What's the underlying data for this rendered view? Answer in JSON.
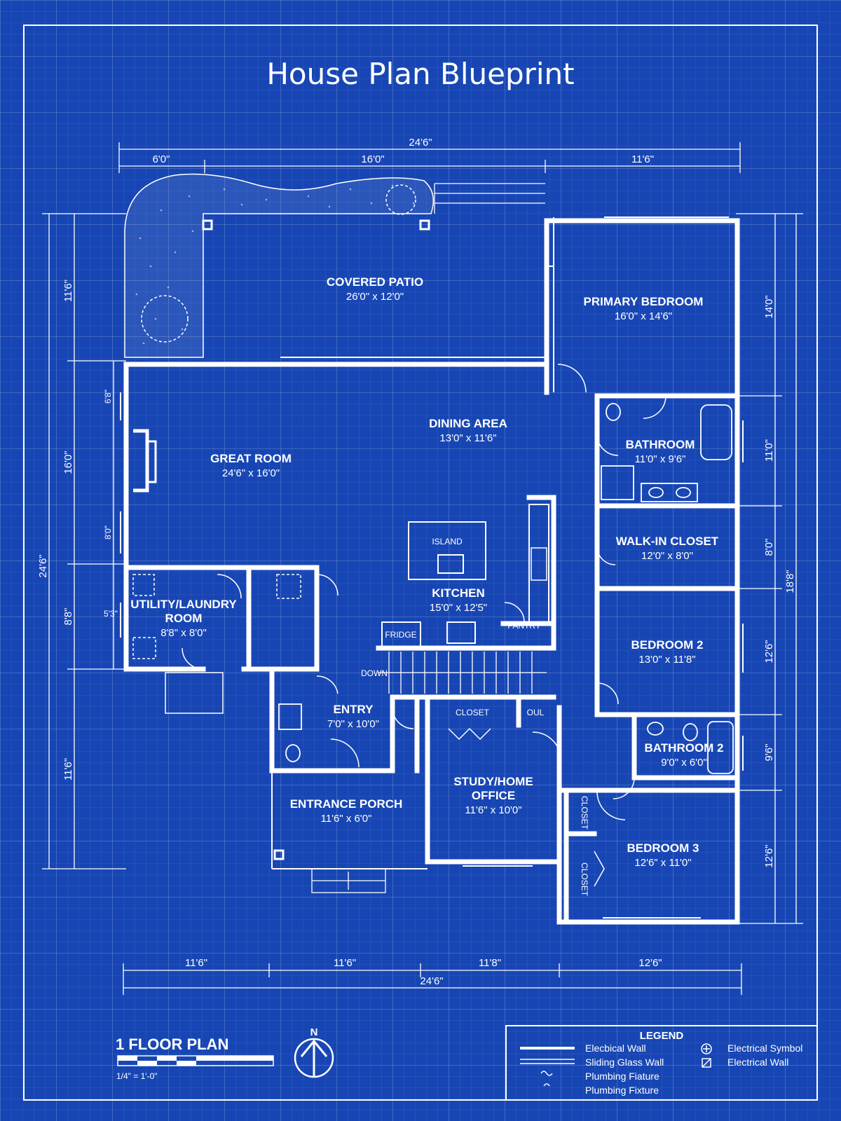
{
  "title": "House Plan Blueprint",
  "rooms": {
    "covered_patio": {
      "name": "COVERED PATIO",
      "size": "26'0\" x 12'0\""
    },
    "primary_bedroom": {
      "name": "PRIMARY BEDROOM",
      "size": "16'0\" x 14'6\""
    },
    "dining_area": {
      "name": "DINING AREA",
      "size": "13'0\" x 11'6\""
    },
    "great_room": {
      "name": "GREAT ROOM",
      "size": "24'6\" x 16'0\""
    },
    "bathroom": {
      "name": "BATHROOM",
      "size": "11'0\" x 9'6\""
    },
    "walk_in_closet": {
      "name": "WALK-IN CLOSET",
      "size": "12'0\" x 8'0\""
    },
    "kitchen": {
      "name": "KITCHEN",
      "size": "15'0\" x 12'5\""
    },
    "utility": {
      "name1": "UTILITY/LAUNDRY",
      "name2": "ROOM",
      "size": "8'8\" x 8'0\""
    },
    "bedroom_2": {
      "name": "BEDROOM 2",
      "size": "13'0\" x 11'8\""
    },
    "entry": {
      "name": "ENTRY",
      "size": "7'0\" x 10'0\""
    },
    "bathroom_2": {
      "name": "BATHROOM 2",
      "size": "9'0\" x 6'0\""
    },
    "study": {
      "name1": "STUDY/HOME",
      "name2": "OFFICE",
      "size": "11'6\" x 10'0\""
    },
    "entrance_porch": {
      "name": "ENTRANCE PORCH",
      "size": "11'6\" x 6'0\""
    },
    "bedroom_3": {
      "name": "BEDROOM 3",
      "size": "12'6\" x 11'0\""
    }
  },
  "labels": {
    "island": "ISLAND",
    "fridge": "FRIDGE",
    "pantry": "PANTRY",
    "down": "DOWN",
    "closet": "CLOSET",
    "oul": "OUL",
    "closet_vertical_1": "CLOSET",
    "closet_vertical_2": "CLOSET"
  },
  "dimensions": {
    "top_total": "24'6\"",
    "top_1": "6'0\"",
    "top_2": "16'0\"",
    "top_3": "11'6\"",
    "left_total": "24'6\"",
    "left_1": "11'6\"",
    "left_2": "16'0\"",
    "left_3": "8'8\"",
    "left_4": "11'6\"",
    "left_win_1": "6'8\"",
    "left_win_2": "8'0\"",
    "left_win_3": "5'3\"",
    "right_1": "14'0\"",
    "right_2": "11'0\"",
    "right_3": "8'0\"",
    "right_4": "12'6\"",
    "right_5": "9'6\"",
    "right_6": "12'6\"",
    "right_total": "18'8\"",
    "bottom_1": "11'6\"",
    "bottom_2": "11'6\"",
    "bottom_3": "11'8\"",
    "bottom_4": "12'6\"",
    "bottom_total": "24'6\""
  },
  "floor_plan": {
    "title": "1 FLOOR PLAN",
    "scale": "1/4\" = 1'-0\"",
    "north": "N"
  },
  "legend": {
    "title": "LEGEND",
    "items": [
      "Elecbical Wall",
      "Sliding Glass Wall",
      "Plumbing Fiature",
      "Plumbing Fixture",
      "Electrical Symbol",
      "Electrical Wall"
    ]
  },
  "colors": {
    "background": "#1746b4",
    "line": "#ffffff"
  }
}
